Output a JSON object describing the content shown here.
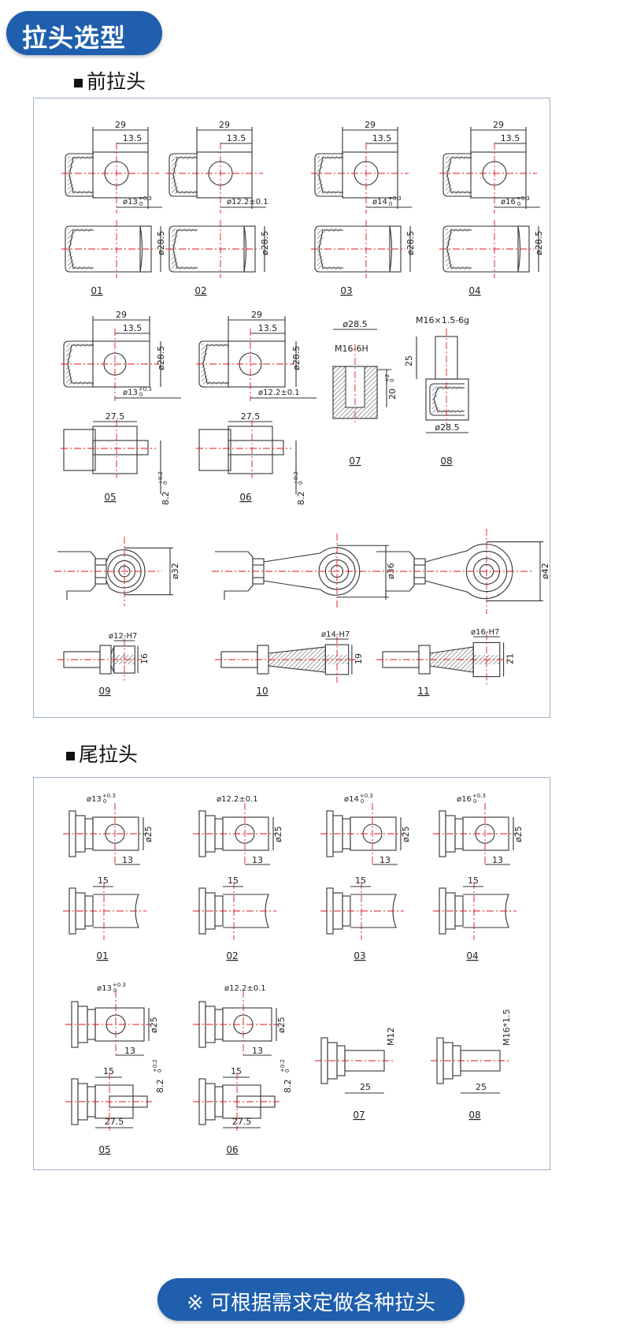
{
  "header": {
    "title": "拉头选型"
  },
  "front": {
    "heading": "前拉头",
    "items": [
      {
        "no": "01",
        "w": "29",
        "off": "13.5",
        "hole": "ø13",
        "tol": "+0.3",
        "tol2": "0",
        "dia": "ø28.5"
      },
      {
        "no": "02",
        "w": "29",
        "off": "13.5",
        "hole": "ø12.2±0.1",
        "tol": "",
        "tol2": "",
        "dia": "ø28.5"
      },
      {
        "no": "03",
        "w": "29",
        "off": "13.5",
        "hole": "ø14",
        "tol": "+0.3",
        "tol2": "0",
        "dia": "ø28.5"
      },
      {
        "no": "04",
        "w": "29",
        "off": "13.5",
        "hole": "ø16",
        "tol": "+0.3",
        "tol2": "0",
        "dia": "ø28.5"
      },
      {
        "no": "05",
        "w": "29",
        "off": "13.5",
        "hole": "ø13",
        "tol": "+0.3",
        "tol2": "0",
        "dia": "ø28.5",
        "len": "27.5",
        "slot": "8.2",
        "stol": "+0.2",
        "stol2": "0"
      },
      {
        "no": "06",
        "w": "29",
        "off": "13.5",
        "hole": "ø12.2±0.1",
        "tol": "",
        "tol2": "",
        "dia": "ø28.5",
        "len": "27.5",
        "slot": "8.2",
        "stol": "+0.2",
        "stol2": "0"
      },
      {
        "no": "07",
        "dia": "ø28.5",
        "thread": "M16-6H",
        "depth": "20",
        "dtol": "+2",
        "dtol2": "0"
      },
      {
        "no": "08",
        "thread": "M16×1.5-6g",
        "h": "25",
        "dia": "ø28.5"
      },
      {
        "no": "09",
        "eye": "ø32",
        "bore": "ø12-H7",
        "wid": "16"
      },
      {
        "no": "10",
        "eye": "ø36",
        "bore": "ø14-H7",
        "wid": "19"
      },
      {
        "no": "11",
        "eye": "ø42",
        "bore": "ø16-H7",
        "wid": "21"
      }
    ]
  },
  "rear": {
    "heading": "尾拉头",
    "items": [
      {
        "no": "01",
        "hole": "ø13",
        "tol": "+0.3",
        "tol2": "0",
        "dia": "ø25",
        "off": "13",
        "w": "15"
      },
      {
        "no": "02",
        "hole": "ø12.2±0.1",
        "tol": "",
        "tol2": "",
        "dia": "ø25",
        "off": "13",
        "w": "15"
      },
      {
        "no": "03",
        "hole": "ø14",
        "tol": "+0.3",
        "tol2": "0",
        "dia": "ø25",
        "off": "13",
        "w": "15"
      },
      {
        "no": "04",
        "hole": "ø16",
        "tol": "+0.3",
        "tol2": "0",
        "dia": "ø25",
        "off": "13",
        "w": "15"
      },
      {
        "no": "05",
        "hole": "ø13",
        "tol": "+0.3",
        "tol2": "0",
        "dia": "ø25",
        "off": "13",
        "w": "15",
        "len": "27.5",
        "slot": "8.2",
        "stol": "+0.2",
        "stol2": "0"
      },
      {
        "no": "06",
        "hole": "ø12.2±0.1",
        "tol": "",
        "tol2": "",
        "dia": "ø25",
        "off": "13",
        "w": "15",
        "len": "27.5",
        "slot": "8.2",
        "stol": "+0.2",
        "stol2": "0"
      },
      {
        "no": "07",
        "thread": "M12",
        "len": "25"
      },
      {
        "no": "08",
        "thread": "M16*1.5",
        "len": "25"
      }
    ]
  },
  "footer": {
    "note": "※ 可根据需求定做各种拉头"
  },
  "colors": {
    "brand": "#1f5fae",
    "centerline": "#e0161b",
    "line": "#333333",
    "panel_border": "#9eadc6"
  }
}
